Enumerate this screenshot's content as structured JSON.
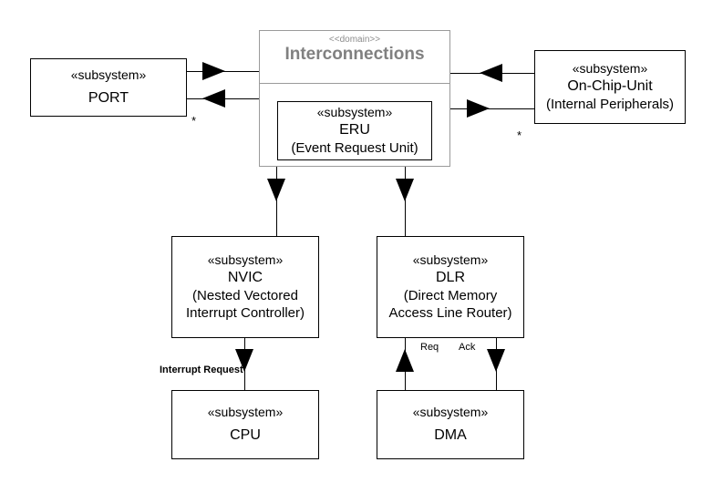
{
  "diagram": {
    "type": "uml-package-diagram",
    "background_color": "#ffffff",
    "line_color": "#000000",
    "domain_color": "#808080"
  },
  "domain_package": {
    "stereotype": "<<domain>>",
    "title": "Interconnections",
    "border_color": "#9a9a9a",
    "text_color": "#808080",
    "inner": {
      "stereotype": "«subsystem»",
      "name": "ERU",
      "description": "(Event Request Unit)"
    }
  },
  "subsystems": {
    "port": {
      "stereotype": "«subsystem»",
      "name": "PORT",
      "description": ""
    },
    "on_chip_unit": {
      "stereotype": "«subsystem»",
      "name": "On-Chip-Unit",
      "description": "(Internal Peripherals)"
    },
    "nvic": {
      "stereotype": "«subsystem»",
      "name": "NVIC",
      "description_line1": "(Nested Vectored",
      "description_line2": "Interrupt Controller)"
    },
    "dlr": {
      "stereotype": "«subsystem»",
      "name": "DLR",
      "description_line1": "(Direct Memory",
      "description_line2": "Access Line Router)"
    },
    "cpu": {
      "stereotype": "«subsystem»",
      "name": "CPU",
      "description": ""
    },
    "dma": {
      "stereotype": "«subsystem»",
      "name": "DMA",
      "description": ""
    }
  },
  "connector_labels": {
    "port_multiplicity": "*",
    "on_chip_unit_multiplicity": "*",
    "interrupt_request": "Interrupt Request",
    "req": "Req",
    "ack": "Ack"
  }
}
